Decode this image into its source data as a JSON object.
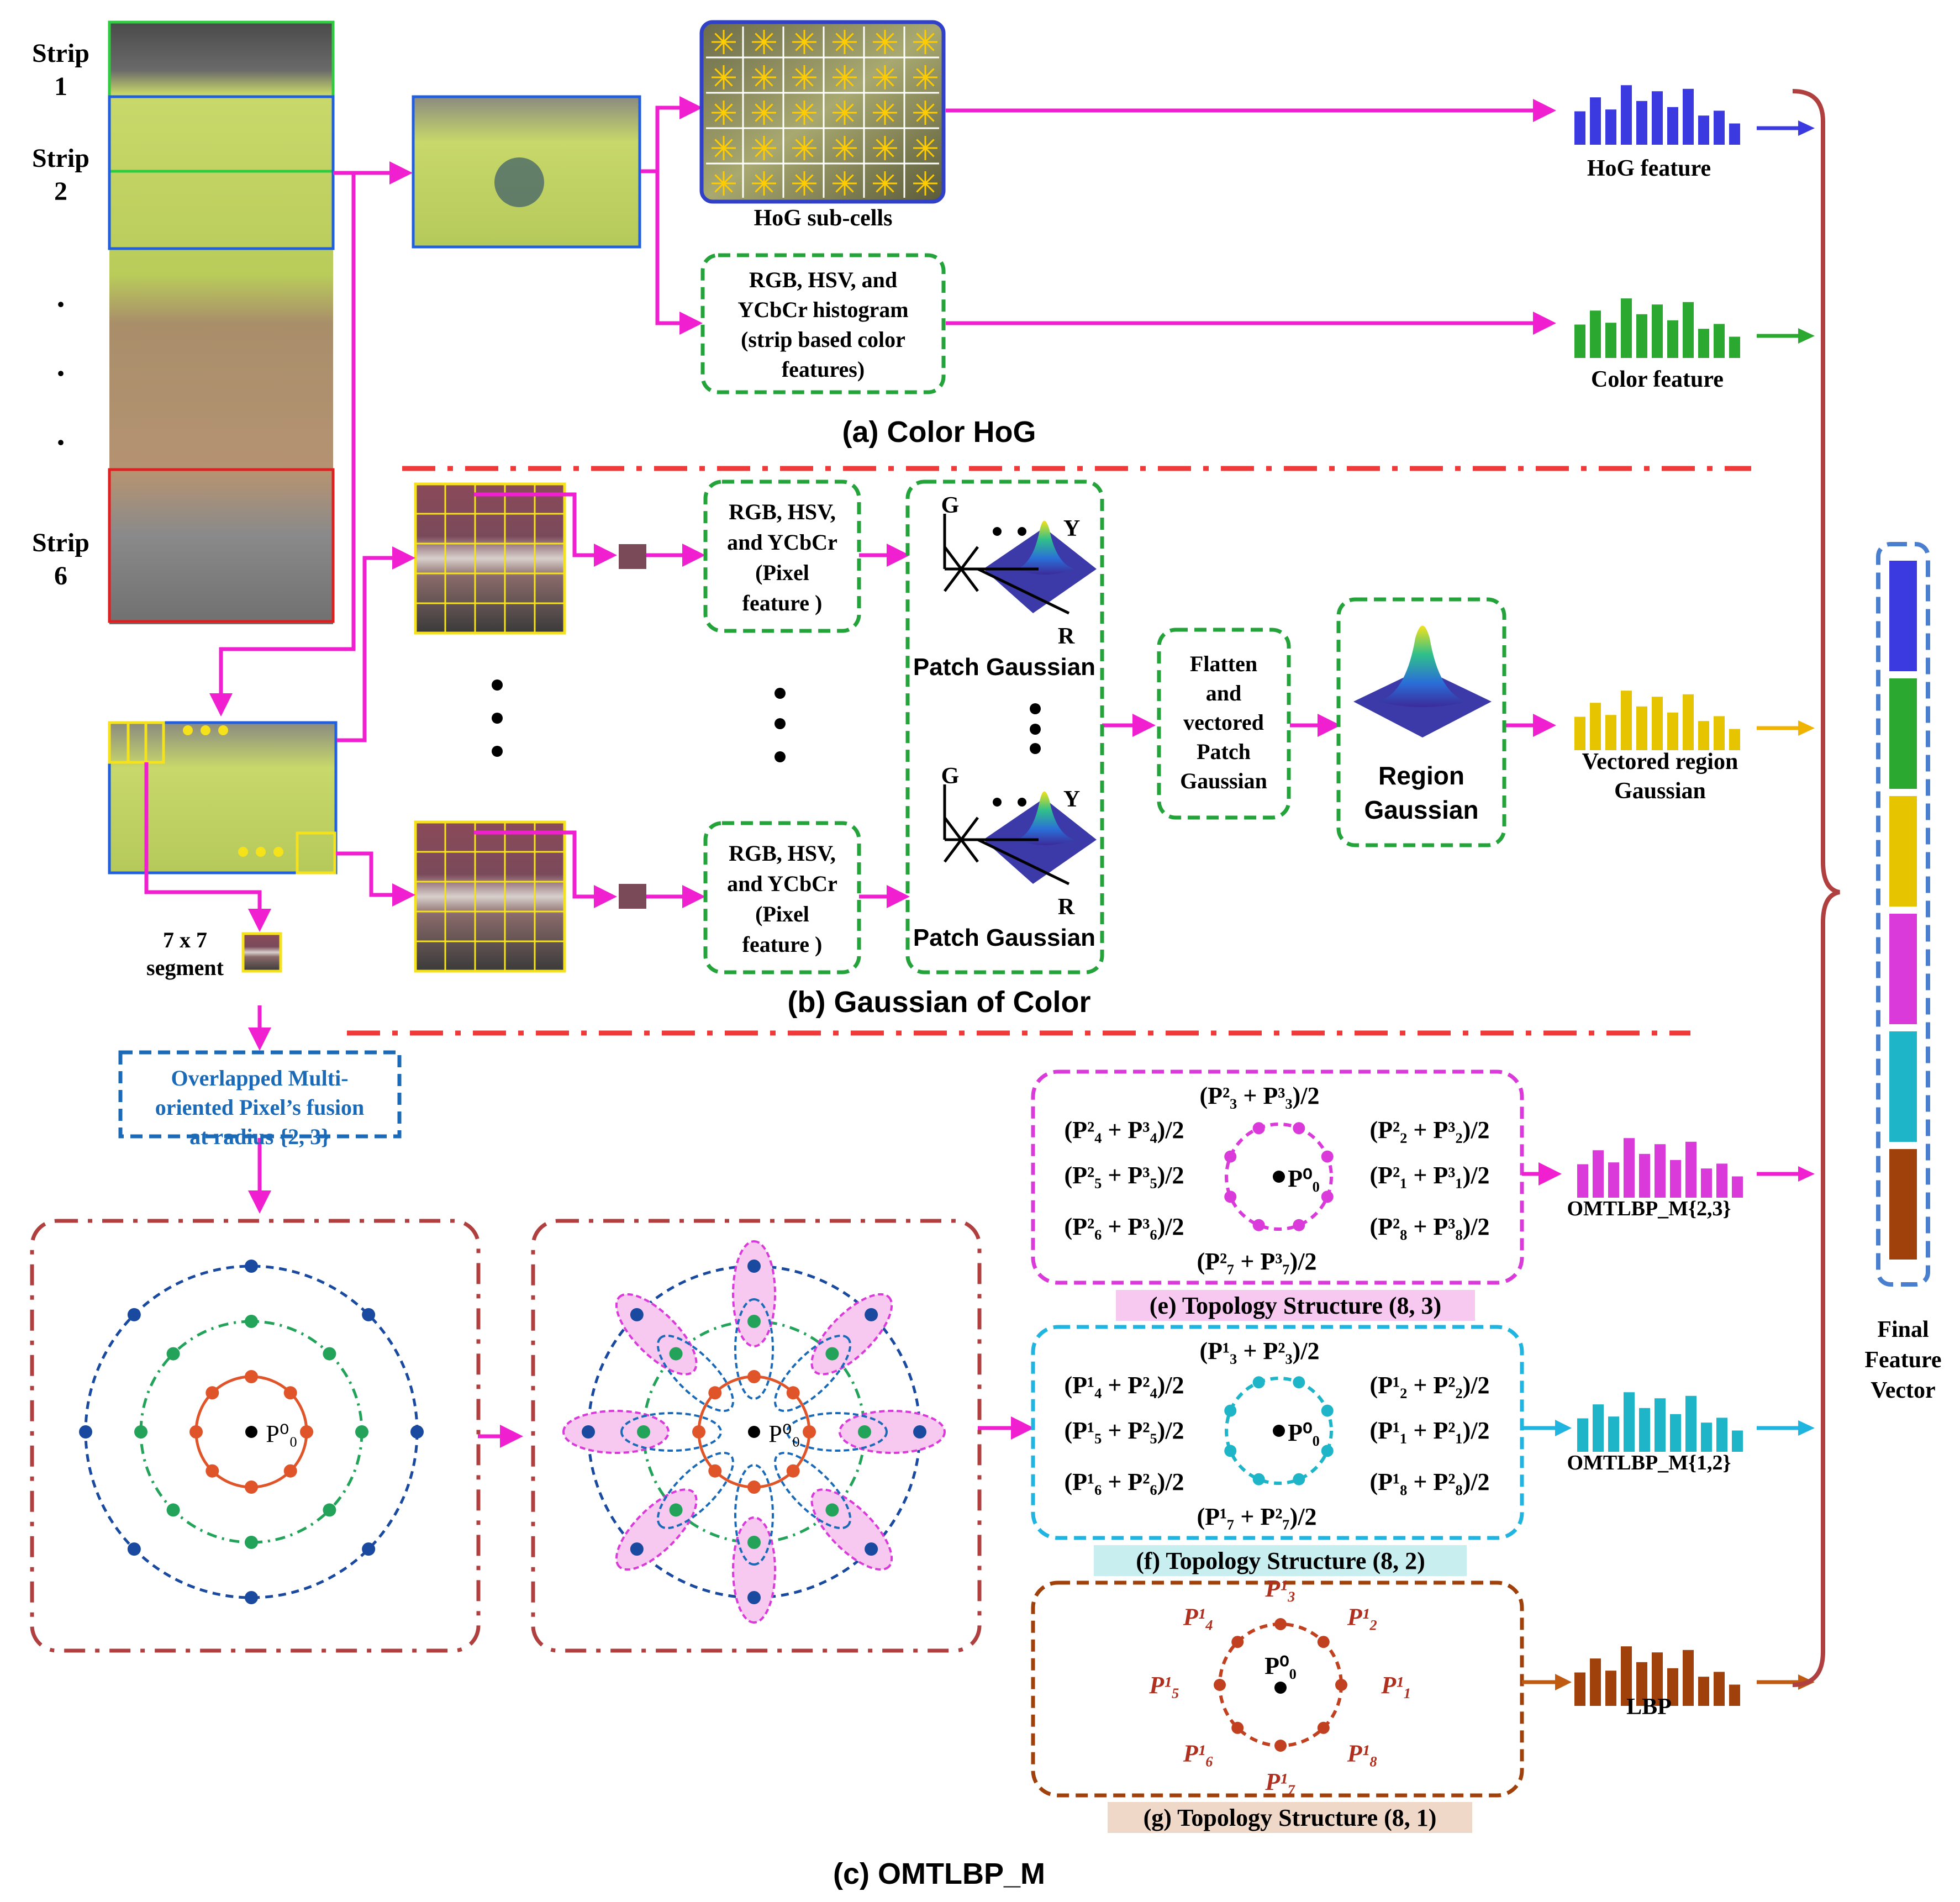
{
  "strips": {
    "strip1": [
      "Strip",
      "1"
    ],
    "strip2": [
      "Strip",
      "2"
    ],
    "dots": ".",
    "strip6": [
      "Strip",
      "6"
    ]
  },
  "section_a": {
    "title": "(a) Color HoG",
    "hog_subcells": "HoG  sub-cells",
    "color_box": [
      "RGB, HSV, and",
      "YCbCr histogram",
      "(strip based color",
      "features)"
    ],
    "hog_feature": "HoG feature",
    "color_feature": "Color feature"
  },
  "section_b": {
    "title": "(b) Gaussian of Color",
    "pixel_feature": [
      "RGB, HSV,",
      "and YCbCr",
      "(Pixel",
      "feature )"
    ],
    "axis_g": "G",
    "axis_y": "Y",
    "axis_r": "R",
    "patch_gaussian": "Patch Gaussian",
    "flatten": [
      "Flatten",
      "and",
      "vectored",
      "Patch",
      "Gaussian"
    ],
    "region_gaussian": [
      "Region",
      "Gaussian"
    ],
    "vectored_region": [
      "Vectored region",
      "Gaussian"
    ],
    "segment": [
      "7 x 7",
      "segment"
    ]
  },
  "section_c": {
    "title": "(c) OMTLBP_M",
    "fusion_box": [
      "Overlapped Multi-",
      "oriented Pixel’s fusion",
      "at radius {2, 3}"
    ],
    "center": "P⁰₀"
  },
  "topology": {
    "e": {
      "label": "(e) Topology Structure (8, 3)",
      "top": "(P²₃ + P³₃)/2",
      "l1": "(P²₄ + P³₄)/2",
      "l2": "(P²₅ + P³₅)/2",
      "l3": "(P²₆ + P³₆)/2",
      "r1": "(P²₂ + P³₂)/2",
      "r2": "(P²₁ + P³₁)/2",
      "r3": "(P²₈ + P³₈)/2",
      "bottom": "(P²₇ + P³₇)/2",
      "center": "P⁰₀",
      "feature": "OMTLBP_M{2,3}"
    },
    "f": {
      "label": "(f) Topology Structure (8, 2)",
      "top": "(P¹₃ + P²₃)/2",
      "l1": "(P¹₄ + P²₄)/2",
      "l2": "(P¹₅ + P²₅)/2",
      "l3": "(P¹₆ + P²₆)/2",
      "r1": "(P¹₂ + P²₂)/2",
      "r2": "(P¹₁ + P²₁)/2",
      "r3": "(P¹₈ + P²₈)/2",
      "bottom": "(P¹₇ + P²₇)/2",
      "center": "P⁰₀",
      "feature": "OMTLBP_M{1,2}"
    },
    "g": {
      "label": "(g) Topology Structure (8, 1)",
      "p": [
        "P¹₁",
        "P¹₂",
        "P¹₃",
        "P¹₄",
        "P¹₅",
        "P¹₆",
        "P¹₇",
        "P¹₈"
      ],
      "center": "P⁰₀",
      "feature": "LBP"
    }
  },
  "final_vector": [
    "Final",
    "Feature",
    "Vector"
  ],
  "colors": {
    "magenta": "#f01fd0",
    "red_dash": "#f03a3a",
    "green_dash": "#23a33a",
    "blue_frame": "#3040c8",
    "brown_dash": "#b04040",
    "hog_bar": "#3a3ae0",
    "color_bar": "#2aa830",
    "gauss_bar": "#e6c400",
    "omtlbp23_bar": "#d93ad9",
    "omtlbp12_bar": "#1fb5c8",
    "lbp_bar": "#a0400a"
  },
  "histogram": [
    0.55,
    0.78,
    0.58,
    0.98,
    0.72,
    0.88,
    0.62,
    0.92,
    0.48,
    0.56,
    0.35
  ]
}
